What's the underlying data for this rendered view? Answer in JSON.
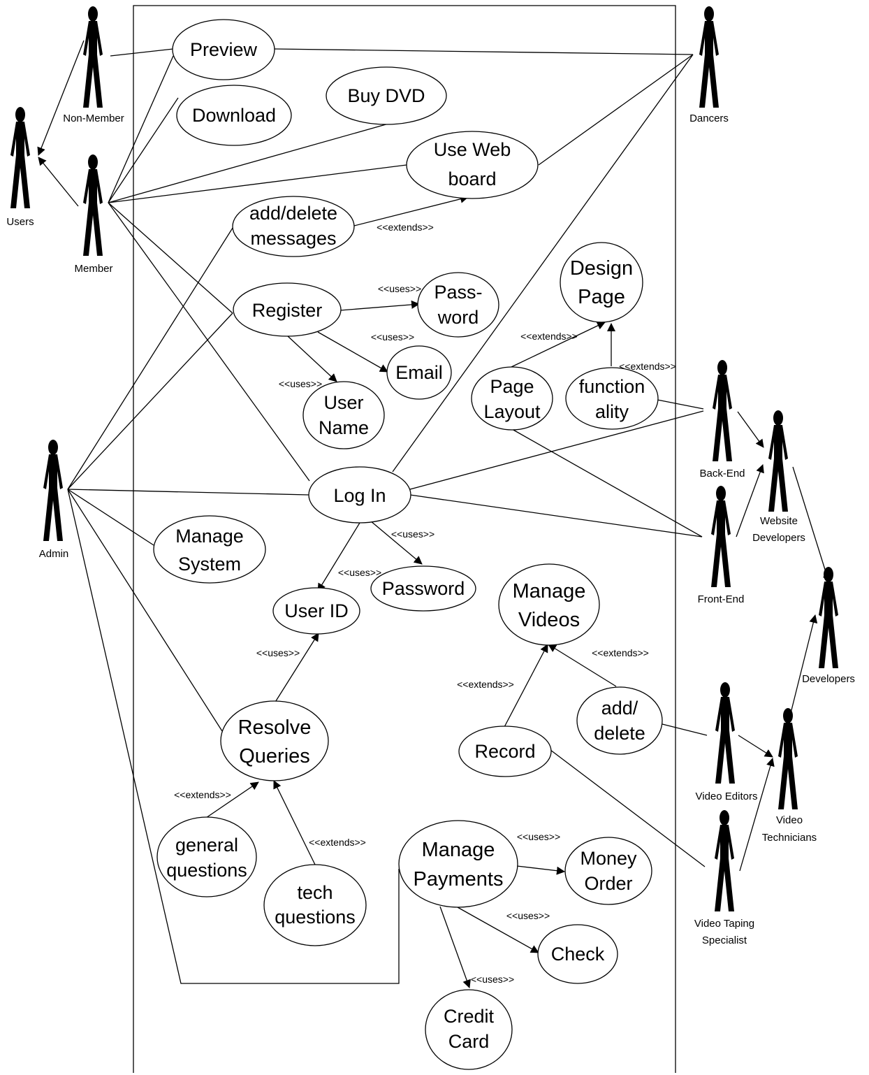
{
  "actors": {
    "non_member": "Non-Member",
    "users": "Users",
    "member": "Member",
    "admin": "Admin",
    "dancers": "Dancers",
    "back_end": "Back-End",
    "front_end": "Front-End",
    "website_developers": [
      "Website",
      "Developers"
    ],
    "developers": "Developers",
    "video_editors": "Video Editors",
    "video_technicians": [
      "Video",
      "Technicians"
    ],
    "video_taping_specialist": [
      "Video Taping",
      "Specialist"
    ]
  },
  "use_cases": {
    "preview": [
      "Preview"
    ],
    "download": [
      "Download"
    ],
    "buy_dvd": [
      "Buy DVD"
    ],
    "use_web_board": [
      "Use Web",
      "board"
    ],
    "add_delete_messages": [
      "add/delete",
      "messages"
    ],
    "register": [
      "Register"
    ],
    "password_small": [
      "Pass-",
      "word"
    ],
    "email": [
      "Email"
    ],
    "user_name": [
      "User",
      "Name"
    ],
    "design_page": [
      "Design",
      "Page"
    ],
    "page_layout": [
      "Page",
      "Layout"
    ],
    "functionality": [
      "function",
      "ality"
    ],
    "log_in": [
      "Log In"
    ],
    "manage_system": [
      "Manage",
      "System"
    ],
    "password": [
      "Password"
    ],
    "user_id": [
      "User ID"
    ],
    "manage_videos": [
      "Manage",
      "Videos"
    ],
    "add_delete": [
      "add/",
      "delete"
    ],
    "record": [
      "Record"
    ],
    "resolve_queries": [
      "Resolve",
      "Queries"
    ],
    "general_questions": [
      "general",
      "questions"
    ],
    "tech_questions": [
      "tech",
      "questions"
    ],
    "manage_payments": [
      "Manage",
      "Payments"
    ],
    "money_order": [
      "Money",
      "Order"
    ],
    "check": [
      "Check"
    ],
    "credit_card": [
      "Credit",
      "Card"
    ]
  },
  "stereotypes": {
    "extends": "<<extends>>",
    "uses": "<<uses>>"
  }
}
